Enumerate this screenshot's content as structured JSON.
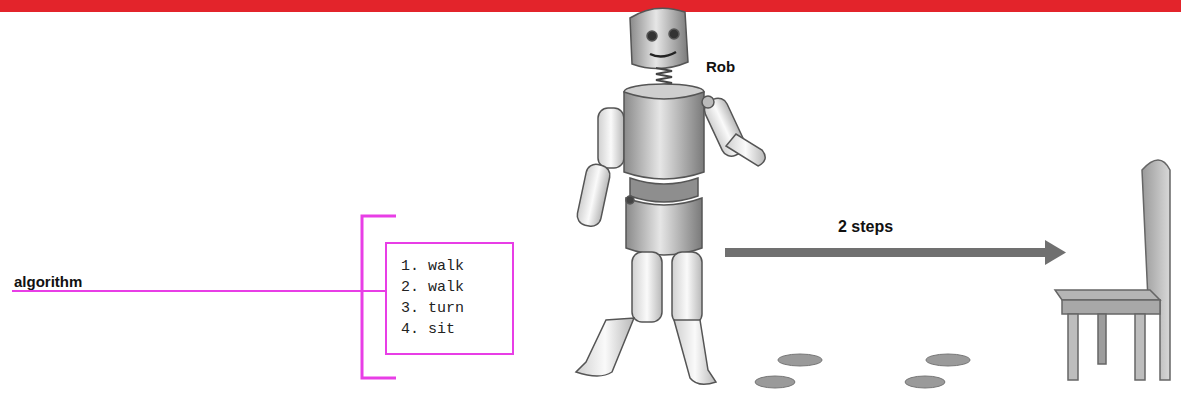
{
  "diagram": {
    "nodes": [
      {
        "text": [
          "1. walk",
          "2. walk",
          "3. turn",
          "4. sit"
        ]
      }
    ],
    "labels": [
      "algorithm",
      "Rob",
      "2 steps"
    ]
  }
}
